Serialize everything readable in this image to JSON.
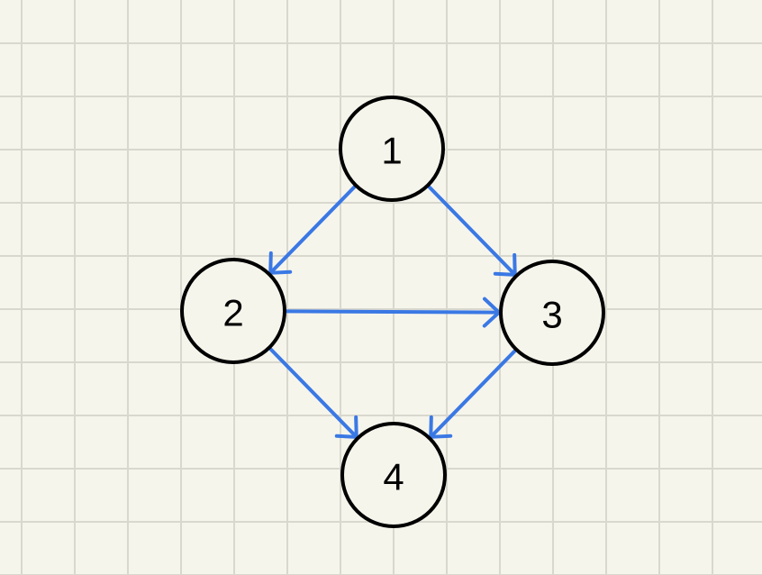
{
  "diagram": {
    "colors": {
      "background": "#f6f5ec",
      "grid": "#d9d8cf",
      "edge": "#3a78e4",
      "node_stroke": "#000000"
    },
    "nodes": [
      {
        "id": "1",
        "label": "1"
      },
      {
        "id": "2",
        "label": "2"
      },
      {
        "id": "3",
        "label": "3"
      },
      {
        "id": "4",
        "label": "4"
      }
    ],
    "edges": [
      {
        "from": "1",
        "to": "2"
      },
      {
        "from": "1",
        "to": "3"
      },
      {
        "from": "2",
        "to": "3"
      },
      {
        "from": "2",
        "to": "4"
      },
      {
        "from": "3",
        "to": "4"
      }
    ]
  }
}
